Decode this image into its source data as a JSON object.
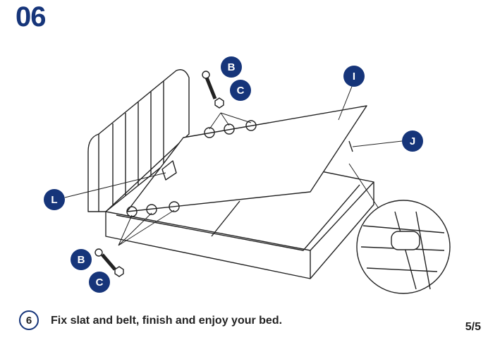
{
  "step_number": "06",
  "labels": {
    "b_top": "B",
    "c_top": "C",
    "i": "I",
    "j": "J",
    "l": "L",
    "b_bottom": "B",
    "c_bottom": "C"
  },
  "instruction": {
    "number": "6",
    "text": "Fix slat and belt, finish and enjoy your bed."
  },
  "page_indicator": "5/5",
  "colors": {
    "accent": "#16357a",
    "text": "#222222"
  }
}
